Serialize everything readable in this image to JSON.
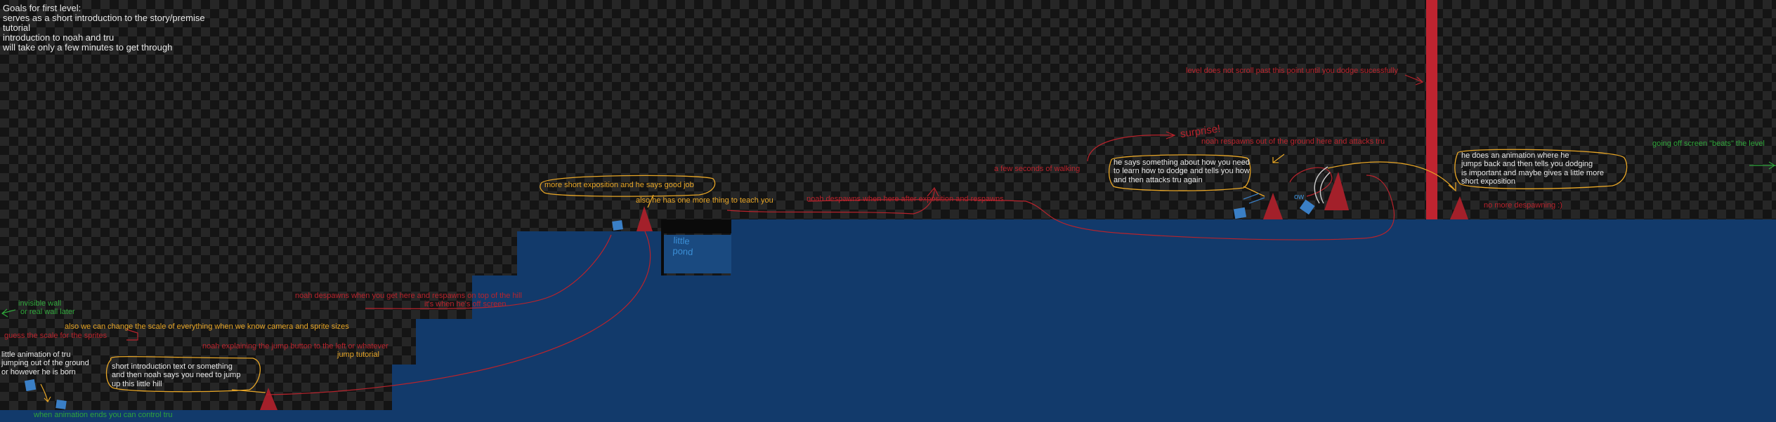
{
  "goals": {
    "heading": "Goals for first level:",
    "items": [
      "serves as a short introduction to the story/premise",
      "tutorial",
      "introduction to noah and tru",
      "will take only a few minutes to get through"
    ]
  },
  "notes": {
    "invisible_wall": "invisible wall\n or real wall later",
    "scale_note": "also we can change the scale of everything when we know camera and sprite sizes",
    "sprite_note": "guess the scale for the sprites",
    "tru_anim": "little animation of tru\njumping out of the ground\nor however he is born",
    "control_tru": "when animation ends you can control tru",
    "intro_bubble": "short introduction text or something\nand then noah says you need to jump\nup this little hill",
    "jump_tutorial": "jump tutorial",
    "noah_explaining": "noah explaining the jump button to the left or whatever",
    "noah_despawns": "noah despawns when you get here and respawns on top of the hill",
    "hill_comment": "it's when he's off screen",
    "more_exposition": "more short exposition and he says good job",
    "one_more_thing": "also he has one more thing to teach you",
    "little_pond": "little\npond",
    "despawn_walk": "noah despawns when here after exposition and respawns",
    "few_seconds": "a few seconds of walking",
    "surprise": "surprise!",
    "noah_respawns": "noah respawns out of the ground here and attacks tru",
    "dodge_bubble": "he says something about how you need\nto learn how to dodge and tells you how\nand then attacks tru again",
    "ow": "ow",
    "scroll_note": "level does not scroll past this point until you dodge sucessfully",
    "animation_bubble": "he does an animation where he\njumps back and then tells you dodging\nis important and maybe gives a little more\nshort exposition",
    "no_despawning": "no more despawning :)",
    "offscreen_beats": "going off screen \"beats\" the level"
  },
  "colors": {
    "ground": "#123a6b",
    "noah": "#a3202a",
    "tru": "#3a7fc6",
    "scroll_bar": "#bf2430",
    "note_white": "#e8e8e8",
    "note_orange": "#e8a626",
    "note_red": "#b8232c",
    "note_green": "#2fa43a"
  }
}
